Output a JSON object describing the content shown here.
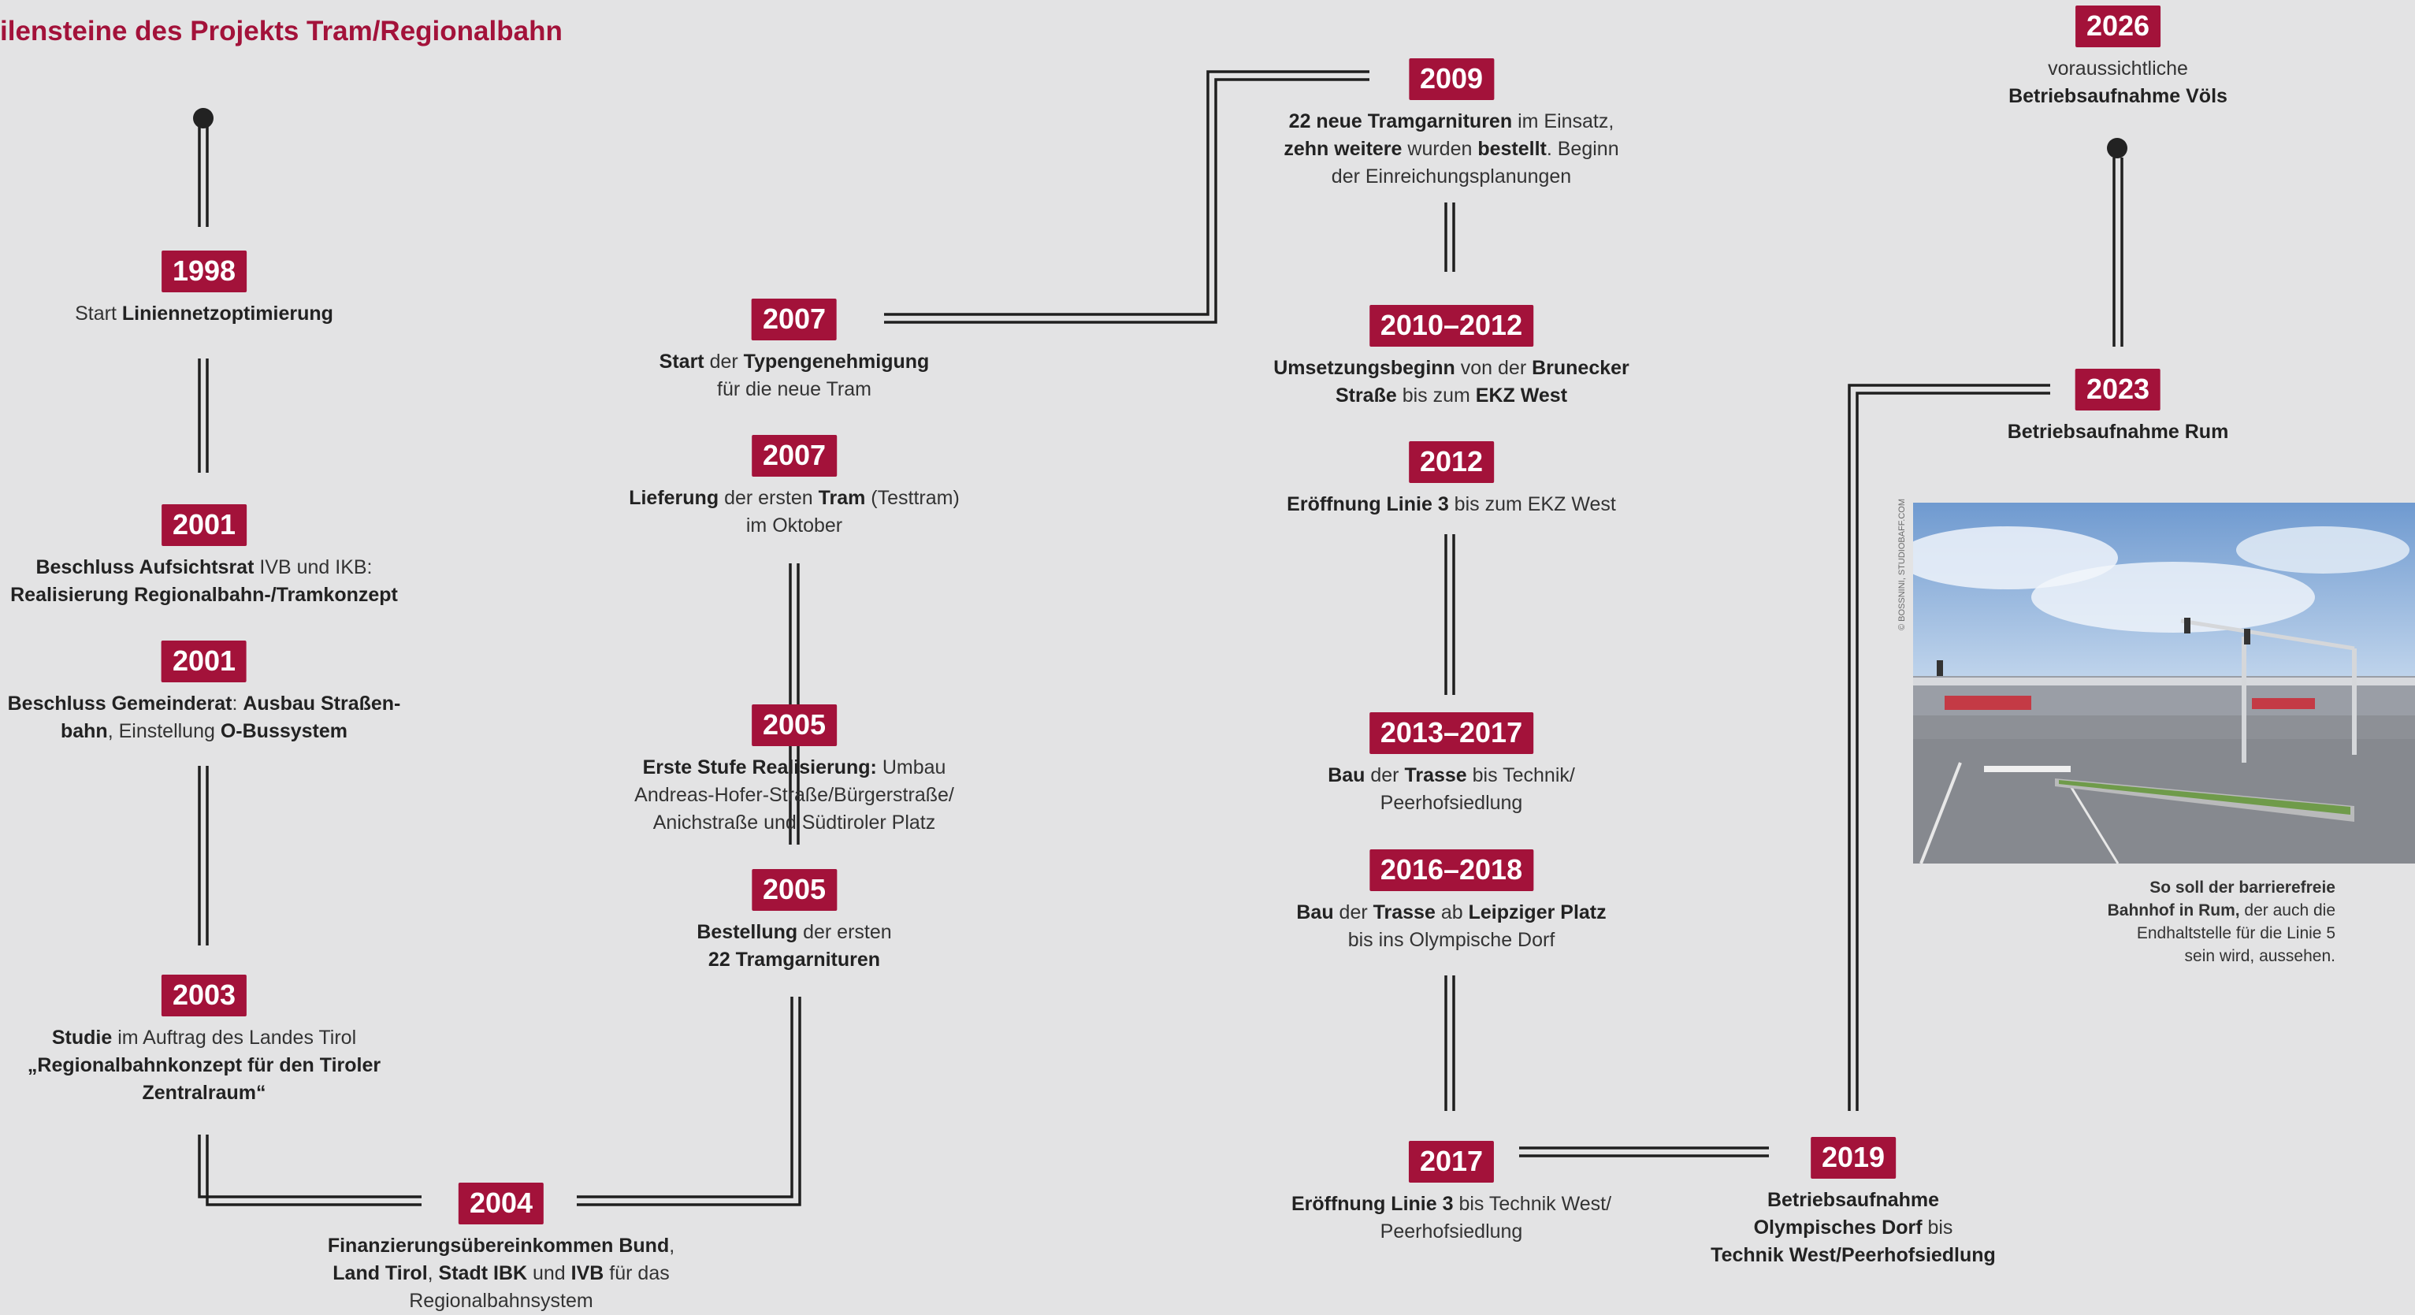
{
  "title": "ilensteine des Projekts Tram/Regionalbahn",
  "colors": {
    "accent": "#a3123a",
    "background": "#e3e3e4",
    "line": "#1f1f1f"
  },
  "milestones": [
    {
      "year": "1998",
      "desc": [
        [
          {
            "t": "Start "
          },
          {
            "t": "Liniennetzoptimierung",
            "b": true
          }
        ]
      ]
    },
    {
      "year": "2001",
      "desc": [
        [
          {
            "t": "Beschluss Aufsichtsrat",
            "b": true
          },
          {
            "t": " IVB und IKB:"
          }
        ],
        [
          {
            "t": "Realisierung Regionalbahn-/Tramkonzept",
            "b": true
          }
        ]
      ]
    },
    {
      "year": "2001",
      "desc": [
        [
          {
            "t": "Beschluss Gemeinderat",
            "b": true
          },
          {
            "t": ": "
          },
          {
            "t": "Ausbau Straßen-",
            "b": true
          }
        ],
        [
          {
            "t": "bahn",
            "b": true
          },
          {
            "t": ", Einstellung "
          },
          {
            "t": "O-Bussystem",
            "b": true
          }
        ]
      ]
    },
    {
      "year": "2003",
      "desc": [
        [
          {
            "t": "Studie",
            "b": true
          },
          {
            "t": " im Auftrag des Landes Tirol"
          }
        ],
        [
          {
            "t": "„Regionalbahnkonzept für den Tiroler",
            "b": true
          }
        ],
        [
          {
            "t": "Zentralraum“",
            "b": true
          }
        ]
      ]
    },
    {
      "year": "2004",
      "desc": [
        [
          {
            "t": "Finanzierungsübereinkommen Bund",
            "b": true
          },
          {
            "t": ","
          }
        ],
        [
          {
            "t": "Land Tirol",
            "b": true
          },
          {
            "t": ", "
          },
          {
            "t": "Stadt IBK",
            "b": true
          },
          {
            "t": " und "
          },
          {
            "t": "IVB",
            "b": true
          },
          {
            "t": " für das"
          }
        ],
        [
          {
            "t": "Regionalbahnsystem"
          }
        ]
      ]
    },
    {
      "year": "2005",
      "desc": [
        [
          {
            "t": "Bestellung",
            "b": true
          },
          {
            "t": " der ersten"
          }
        ],
        [
          {
            "t": "22 Tramgarnituren",
            "b": true
          }
        ]
      ]
    },
    {
      "year": "2005",
      "desc": [
        [
          {
            "t": "Erste Stufe Realisierung:",
            "b": true
          },
          {
            "t": " Umbau"
          }
        ],
        [
          {
            "t": "Andreas-Hofer-Straße/Bürgerstraße/"
          }
        ],
        [
          {
            "t": "Anichstraße und Südtiroler Platz"
          }
        ]
      ]
    },
    {
      "year": "2007",
      "desc": [
        [
          {
            "t": "Lieferung",
            "b": true
          },
          {
            "t": " der ersten "
          },
          {
            "t": "Tram",
            "b": true
          },
          {
            "t": " (Testtram)"
          }
        ],
        [
          {
            "t": "im Oktober"
          }
        ]
      ]
    },
    {
      "year": "2007",
      "desc": [
        [
          {
            "t": "Start",
            "b": true
          },
          {
            "t": " der "
          },
          {
            "t": "Typengenehmigung",
            "b": true
          }
        ],
        [
          {
            "t": "für die neue Tram"
          }
        ]
      ]
    },
    {
      "year": "2009",
      "desc": [
        [
          {
            "t": "22 neue Tramgarnituren",
            "b": true
          },
          {
            "t": " im Einsatz,"
          }
        ],
        [
          {
            "t": "zehn weitere",
            "b": true
          },
          {
            "t": " wurden "
          },
          {
            "t": "bestellt",
            "b": true
          },
          {
            "t": ". Beginn"
          }
        ],
        [
          {
            "t": "der Einreichungsplanungen"
          }
        ]
      ]
    },
    {
      "year": "2010–2012",
      "desc": [
        [
          {
            "t": "Umsetzungsbeginn",
            "b": true
          },
          {
            "t": " von der "
          },
          {
            "t": "Brunecker",
            "b": true
          }
        ],
        [
          {
            "t": "Straße",
            "b": true
          },
          {
            "t": " bis zum "
          },
          {
            "t": "EKZ West",
            "b": true
          }
        ]
      ]
    },
    {
      "year": "2012",
      "desc": [
        [
          {
            "t": "Eröffnung Linie 3",
            "b": true
          },
          {
            "t": " bis zum EKZ West"
          }
        ]
      ]
    },
    {
      "year": "2013–2017",
      "desc": [
        [
          {
            "t": "Bau",
            "b": true
          },
          {
            "t": " der "
          },
          {
            "t": "Trasse",
            "b": true
          },
          {
            "t": " bis Technik/"
          }
        ],
        [
          {
            "t": "Peerhofsiedlung"
          }
        ]
      ]
    },
    {
      "year": "2016–2018",
      "desc": [
        [
          {
            "t": "Bau",
            "b": true
          },
          {
            "t": " der "
          },
          {
            "t": "Trasse",
            "b": true
          },
          {
            "t": " ab "
          },
          {
            "t": "Leipziger Platz",
            "b": true
          }
        ],
        [
          {
            "t": "bis ins Olympische Dorf"
          }
        ]
      ]
    },
    {
      "year": "2017",
      "desc": [
        [
          {
            "t": "Eröffnung Linie 3",
            "b": true
          },
          {
            "t": " bis Technik West/"
          }
        ],
        [
          {
            "t": "Peerhofsiedlung"
          }
        ]
      ]
    },
    {
      "year": "2019",
      "desc": [
        [
          {
            "t": "Betriebsaufnahme",
            "b": true
          }
        ],
        [
          {
            "t": "Olympisches Dorf",
            "b": true
          },
          {
            "t": " bis"
          }
        ],
        [
          {
            "t": "Technik West/Peerhofsiedlung",
            "b": true
          }
        ]
      ]
    },
    {
      "year": "2023",
      "desc": [
        [
          {
            "t": "Betriebsaufnahme Rum",
            "b": true
          }
        ]
      ]
    },
    {
      "year": "2026",
      "desc_above": true,
      "desc": [
        [
          {
            "t": "voraussichtliche"
          }
        ],
        [
          {
            "t": "Betriebsaufnahme Völs",
            "b": true
          }
        ]
      ]
    }
  ],
  "photo": {
    "credit": "© BOSSNINI, STUDIOBAFF.COM",
    "caption": [
      [
        {
          "t": "So soll der barrierefreie",
          "b": true
        }
      ],
      [
        {
          "t": "Bahnhof in Rum,",
          "b": true
        },
        {
          "t": " der auch die"
        }
      ],
      [
        {
          "t": "Endhaltstelle für die Linie 5"
        }
      ],
      [
        {
          "t": "sein wird, aussehen."
        }
      ]
    ]
  }
}
